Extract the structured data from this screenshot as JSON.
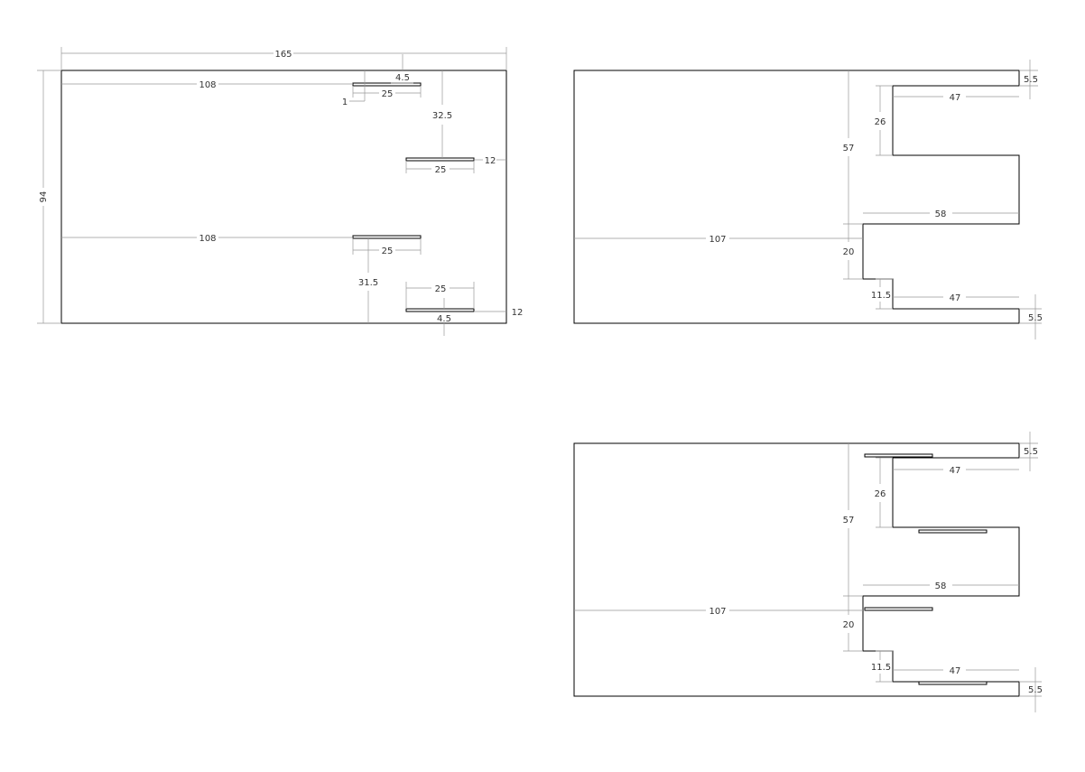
{
  "drawing": {
    "view_panel": {
      "dims": {
        "overall_width": "165",
        "overall_height": "94",
        "top_slot_offset": "108",
        "top_slot_depth": "4.5",
        "top_slot_length": "25",
        "top_slot_step": "1",
        "right_slot_offset": "32.5",
        "right_slot_length": "25",
        "right_slot_margin": "12",
        "mid_slot_offset": "108",
        "mid_slot_length": "25",
        "bottom_slot_offset": "31.5",
        "bottom_slot_length": "25",
        "bottom_slot_margin": "12",
        "bottom_slot_depth": "4.5"
      }
    },
    "view_profile": {
      "dims": {
        "top_flange": "5.5",
        "upper_arm_length": "47",
        "upper_gap": "26",
        "height_upper": "57",
        "middle_arm_length": "58",
        "offset": "107",
        "middle_gap": "20",
        "lower_gap": "11.5",
        "lower_arm_length": "47",
        "bottom_flange": "5.5"
      }
    },
    "view_profile_slotted": {
      "dims": {
        "top_flange": "5.5",
        "upper_arm_length": "47",
        "upper_gap": "26",
        "height_upper": "57",
        "middle_arm_length": "58",
        "offset": "107",
        "middle_gap": "20",
        "lower_gap": "11.5",
        "lower_arm_length": "47",
        "bottom_flange": "5.5"
      }
    }
  }
}
